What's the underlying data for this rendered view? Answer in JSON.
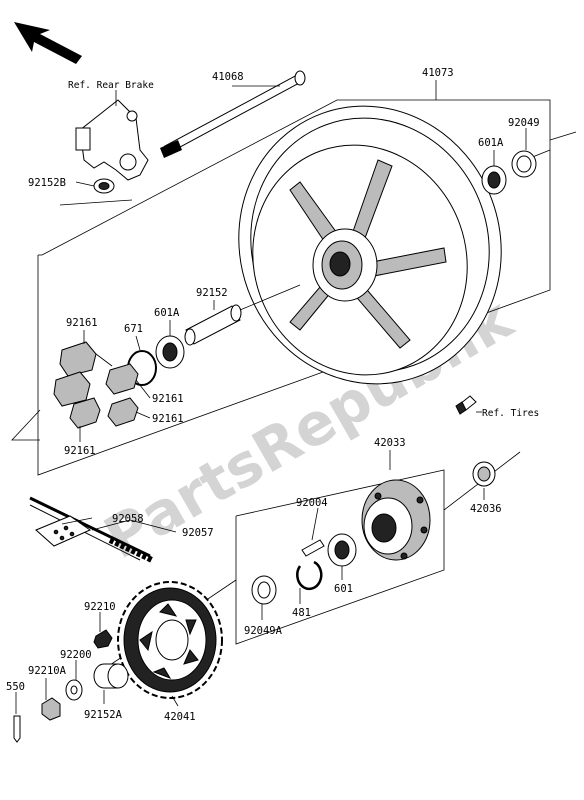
{
  "watermark": "PartsRepublik",
  "refs": {
    "rear_brake": "Ref. Rear Brake",
    "tires": "Ref. Tires"
  },
  "labels": {
    "p41068": "41068",
    "p41073": "41073",
    "p92049": "92049",
    "p601A_top": "601A",
    "p92152B": "92152B",
    "p92152": "92152",
    "p601A_mid": "601A",
    "p92161_a": "92161",
    "p671": "671",
    "p92161_b": "92161",
    "p92161_c": "92161",
    "p92161_d": "92161",
    "p42033": "42033",
    "p92004": "92004",
    "p42036": "42036",
    "p92058": "92058",
    "p92057": "92057",
    "p92210": "92210",
    "p92200": "92200",
    "p92210A": "92210A",
    "p550": "550",
    "p92152A": "92152A",
    "p42041": "42041",
    "p92049A": "92049A",
    "p481": "481",
    "p601": "601"
  }
}
